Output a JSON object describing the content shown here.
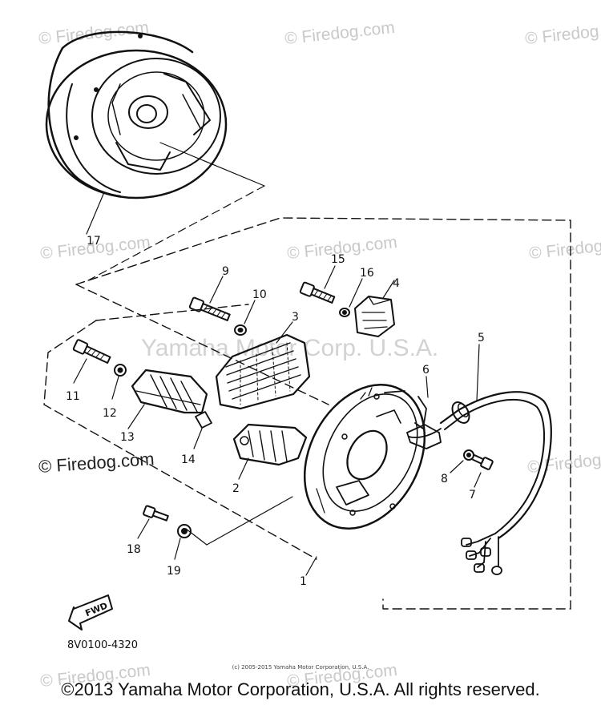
{
  "watermarks": {
    "firedog": "© Firedog.com",
    "center": "Yamaha Motor Corp. U.S.A."
  },
  "callouts": [
    {
      "id": "17",
      "text": "17"
    },
    {
      "id": "9",
      "text": "9"
    },
    {
      "id": "10",
      "text": "10"
    },
    {
      "id": "15",
      "text": "15"
    },
    {
      "id": "16",
      "text": "16"
    },
    {
      "id": "4",
      "text": "4"
    },
    {
      "id": "3",
      "text": "3"
    },
    {
      "id": "5",
      "text": "5"
    },
    {
      "id": "6",
      "text": "6"
    },
    {
      "id": "11",
      "text": "11"
    },
    {
      "id": "12",
      "text": "12"
    },
    {
      "id": "13",
      "text": "13"
    },
    {
      "id": "14",
      "text": "14"
    },
    {
      "id": "2",
      "text": "2"
    },
    {
      "id": "8",
      "text": "8"
    },
    {
      "id": "7",
      "text": "7"
    },
    {
      "id": "18",
      "text": "18"
    },
    {
      "id": "19",
      "text": "19"
    },
    {
      "id": "1",
      "text": "1"
    }
  ],
  "fwd_label": "FWD",
  "catalog_code": "8V0100-4320",
  "small_copyright": "(c) 2005-2015 Yamaha Motor Corporation, U.S.A.",
  "main_copyright": "©2013 Yamaha Motor Corporation, U.S.A. All rights reserved."
}
